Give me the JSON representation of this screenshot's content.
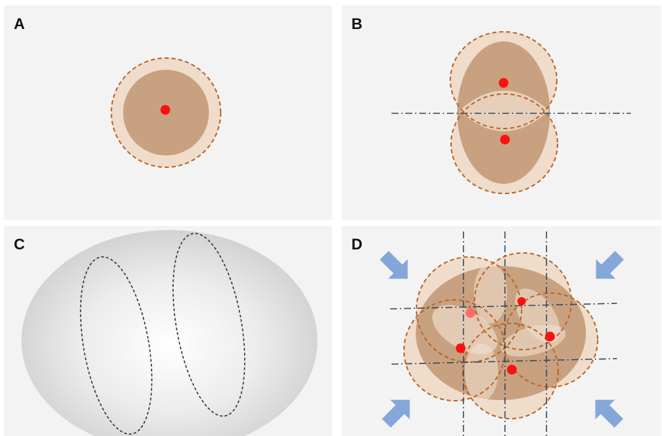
{
  "panels": [
    {
      "label": "A"
    },
    {
      "label": "B"
    },
    {
      "label": "C"
    },
    {
      "label": "D"
    }
  ],
  "colors": {
    "panel_bg": "#f3f3f3",
    "cell_fill": "#c9a07e",
    "cell_halo": "#efdccb",
    "membrane_dash": "#b8662a",
    "nucleus": "#ff1010",
    "axis_dash": "#3a4a5c",
    "arrow": "#85a6d9",
    "embryo_gray": "#d9d9d9",
    "furrow_dash": "#333333"
  }
}
